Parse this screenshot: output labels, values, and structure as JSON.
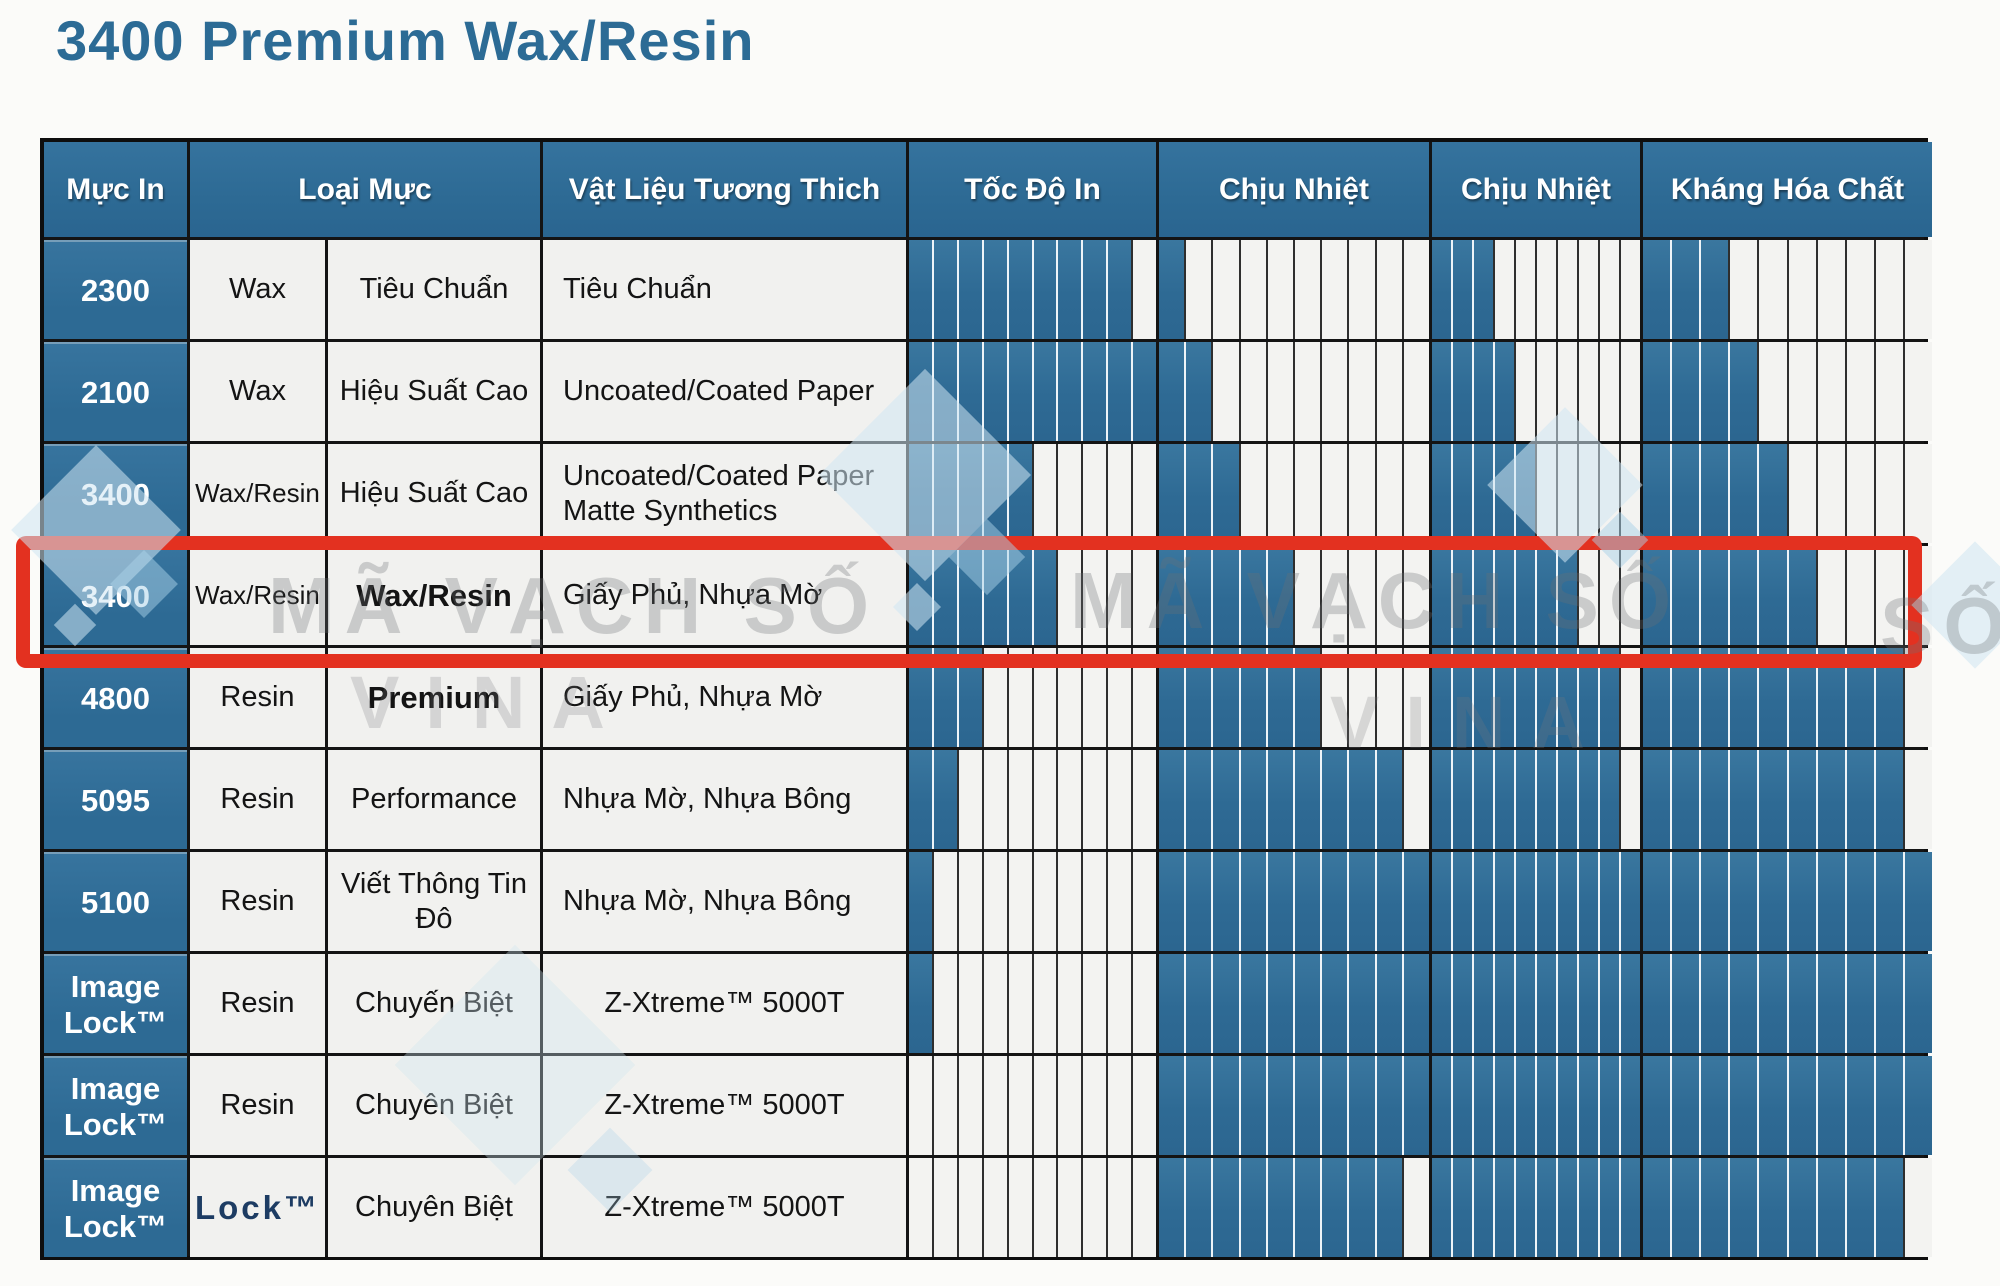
{
  "title": "3400 Premium Wax/Resin",
  "colors": {
    "title_blue": "#2c6b95",
    "header_blue": "#2d6a94",
    "bar_fill_blue": "#2e6a94",
    "bar_empty": "#f3f3f1",
    "cell_bg": "#f1f1ef",
    "highlight_red": "#e33120",
    "border_black": "#141414"
  },
  "watermark": {
    "line1": "MÃ VẠCH SỐ",
    "line2": "VINA",
    "right_fragment": "SỐ"
  },
  "table": {
    "headers": {
      "ink": "Mực In",
      "ink_type": "Loại Mực",
      "material": "Vật Liệu Tương Thich",
      "print_speed": "Tốc Độ In",
      "heat_1": "Chịu Nhiệt",
      "heat_2": "Chịu Nhiệt",
      "chemical": "Kháng Hóa Chất"
    },
    "rating_max": 10,
    "rows": [
      {
        "model": "2300",
        "type": "Wax",
        "subtype": "Tiêu Chuẩn",
        "material": "Tiêu Chuẩn",
        "ratings": {
          "print_speed": 9,
          "heat_1": 1,
          "heat_2": 3,
          "chemical": 3
        },
        "highlighted": false,
        "subtype_bold": false,
        "type_is_logo": false,
        "material_centered": false
      },
      {
        "model": "2100",
        "type": "Wax",
        "subtype": "Hiệu Suất Cao",
        "material": "Uncoated/Coated Paper",
        "ratings": {
          "print_speed": 10,
          "heat_1": 2,
          "heat_2": 4,
          "chemical": 4
        },
        "highlighted": false,
        "subtype_bold": false,
        "type_is_logo": false,
        "material_centered": false
      },
      {
        "model": "3400",
        "type": "Wax/Resin",
        "subtype": "Hiệu Suất Cao",
        "material": "Uncoated/Coated Paper Matte Synthetics",
        "ratings": {
          "print_speed": 5,
          "heat_1": 3,
          "heat_2": 5,
          "chemical": 5
        },
        "highlighted": false,
        "subtype_bold": false,
        "type_is_logo": false,
        "material_centered": false
      },
      {
        "model": "3400",
        "type": "Wax/Resin",
        "subtype": "Wax/Resin",
        "material": "Giấy Phủ, Nhựa Mờ",
        "ratings": {
          "print_speed": 6,
          "heat_1": 5,
          "heat_2": 7,
          "chemical": 6
        },
        "highlighted": true,
        "subtype_bold": true,
        "type_is_logo": false,
        "material_centered": false
      },
      {
        "model": "4800",
        "type": "Resin",
        "subtype": "Premium",
        "material": "Giấy Phủ, Nhựa Mờ",
        "ratings": {
          "print_speed": 3,
          "heat_1": 6,
          "heat_2": 9,
          "chemical": 9
        },
        "highlighted": false,
        "subtype_bold": true,
        "type_is_logo": false,
        "material_centered": false
      },
      {
        "model": "5095",
        "type": "Resin",
        "subtype": "Performance",
        "material": "Nhựa Mờ, Nhựa Bông",
        "ratings": {
          "print_speed": 2,
          "heat_1": 9,
          "heat_2": 9,
          "chemical": 9
        },
        "highlighted": false,
        "subtype_bold": false,
        "type_is_logo": false,
        "material_centered": false
      },
      {
        "model": "5100",
        "type": "Resin",
        "subtype": "Viết Thông Tin Đô",
        "material": "Nhựa Mờ, Nhựa Bông",
        "ratings": {
          "print_speed": 1,
          "heat_1": 10,
          "heat_2": 10,
          "chemical": 10
        },
        "highlighted": false,
        "subtype_bold": false,
        "type_is_logo": false,
        "material_centered": false
      },
      {
        "model": "Image Lock™",
        "type": "Resin",
        "subtype": "Chuyến Biệt",
        "material": "Z-Xtreme™ 5000T",
        "ratings": {
          "print_speed": 1,
          "heat_1": 10,
          "heat_2": 10,
          "chemical": 10
        },
        "highlighted": false,
        "subtype_bold": false,
        "type_is_logo": false,
        "material_centered": true
      },
      {
        "model": "Image Lock™",
        "type": "Resin",
        "subtype": "Chuyên Biệt",
        "material": "Z-Xtreme™ 5000T",
        "ratings": {
          "print_speed": 0,
          "heat_1": 10,
          "heat_2": 10,
          "chemical": 10
        },
        "highlighted": false,
        "subtype_bold": false,
        "type_is_logo": false,
        "material_centered": true
      },
      {
        "model": "Image Lock™",
        "type": "Lock™",
        "subtype": "Chuyên Biệt",
        "material": "Z-Xtreme™ 5000T",
        "ratings": {
          "print_speed": 0,
          "heat_1": 9,
          "heat_2": 10,
          "chemical": 9
        },
        "highlighted": false,
        "subtype_bold": false,
        "type_is_logo": true,
        "material_centered": true
      }
    ]
  },
  "chart_data": {
    "type": "table",
    "title": "3400 Premium Wax/Resin",
    "categories": [
      "2300",
      "2100",
      "3400",
      "3400 (Premium Wax/Resin)",
      "4800",
      "5095",
      "5100",
      "Image Lock™",
      "Image Lock™",
      "Image Lock™ (Lock™)"
    ],
    "series": [
      {
        "name": "Tốc Độ In",
        "values": [
          9,
          10,
          5,
          6,
          3,
          2,
          1,
          1,
          0,
          0
        ]
      },
      {
        "name": "Chịu Nhiệt",
        "values": [
          1,
          2,
          3,
          5,
          6,
          9,
          10,
          10,
          10,
          9
        ]
      },
      {
        "name": "Chịu Nhiệt (2)",
        "values": [
          3,
          4,
          5,
          7,
          9,
          9,
          10,
          10,
          10,
          10
        ]
      },
      {
        "name": "Kháng Hóa Chất",
        "values": [
          3,
          4,
          5,
          6,
          9,
          9,
          10,
          10,
          10,
          9
        ]
      }
    ],
    "ylim": [
      0,
      10
    ],
    "legend_position": "none",
    "notes": "Each rating cell is a 10-segment bar; filled segments are blue, empty are white. Row 4 (3400 Premium Wax/Resin) is outlined with a red box."
  }
}
